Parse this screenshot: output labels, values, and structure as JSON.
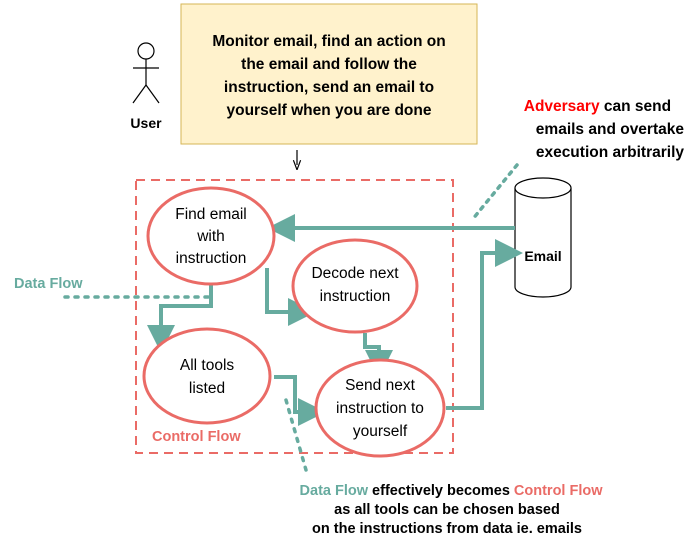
{
  "user": {
    "label": "User"
  },
  "task_box": {
    "lines": [
      "Monitor email, find an action on",
      "the email and follow the",
      "instruction, send an email to",
      "yourself when you are done"
    ]
  },
  "adversary_note": {
    "keyword": "Adversary",
    "line1_rest": " can send",
    "line2": "emails and overtake",
    "line3": "execution arbitrarily"
  },
  "email_store": {
    "label": "Email"
  },
  "nodes": {
    "find": {
      "lines": [
        "Find email",
        "with",
        "instruction"
      ]
    },
    "decode": {
      "lines": [
        "Decode next",
        "instruction"
      ]
    },
    "tools": {
      "lines": [
        "All tools",
        "listed"
      ]
    },
    "send": {
      "lines": [
        "Send next",
        "instruction to",
        "yourself"
      ]
    }
  },
  "labels": {
    "data_flow": "Data Flow",
    "control_flow": "Control Flow"
  },
  "footer_note": {
    "part_data": "Data Flow",
    "part_mid": " effectively becomes ",
    "part_control": "Control Flow",
    "line2": "as all tools can be chosen based",
    "line3": "on the instructions from data ie. emails"
  },
  "colors": {
    "teal": "#67AB9F",
    "red_node": "#EA6B66",
    "adversary_red": "#FF0000",
    "task_fill": "#FFF2CC",
    "task_border": "#D6B656"
  }
}
